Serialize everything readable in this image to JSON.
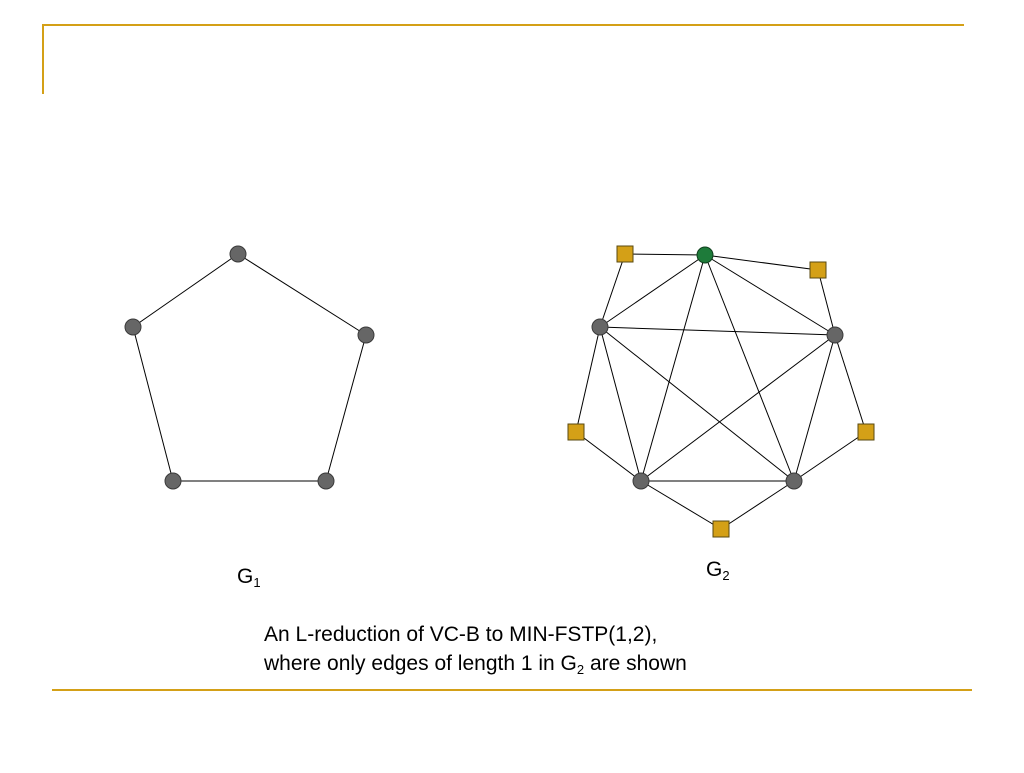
{
  "slide": {
    "accent_color": "#D4A017",
    "graph1": {
      "label_main": "G",
      "label_sub": "1",
      "node_color": "#666666",
      "nodes": [
        "a",
        "b",
        "c",
        "d",
        "e"
      ],
      "edges": [
        [
          "a",
          "b"
        ],
        [
          "b",
          "c"
        ],
        [
          "c",
          "d"
        ],
        [
          "d",
          "e"
        ],
        [
          "e",
          "a"
        ]
      ]
    },
    "graph2": {
      "label_main": "G",
      "label_sub": "2",
      "round_node_color": "#666666",
      "highlight_node_color": "#1E7B3A",
      "square_node_color": "#D4A017",
      "nodes": [
        {
          "id": "top",
          "shape": "circle",
          "highlight": true
        },
        {
          "id": "left",
          "shape": "circle",
          "highlight": false
        },
        {
          "id": "right",
          "shape": "circle",
          "highlight": false
        },
        {
          "id": "bottom-left",
          "shape": "circle",
          "highlight": false
        },
        {
          "id": "bottom-right",
          "shape": "circle",
          "highlight": false
        },
        {
          "id": "sq-top-left",
          "shape": "square"
        },
        {
          "id": "sq-top-right",
          "shape": "square"
        },
        {
          "id": "sq-left",
          "shape": "square"
        },
        {
          "id": "sq-right",
          "shape": "square"
        },
        {
          "id": "sq-bottom",
          "shape": "square"
        }
      ]
    },
    "caption": {
      "line1": "An L-reduction of VC-B to MIN-FSTP(1,2),",
      "line2_prefix": "where only edges of length 1 in G",
      "line2_sub": "2",
      "line2_suffix": " are shown"
    }
  }
}
